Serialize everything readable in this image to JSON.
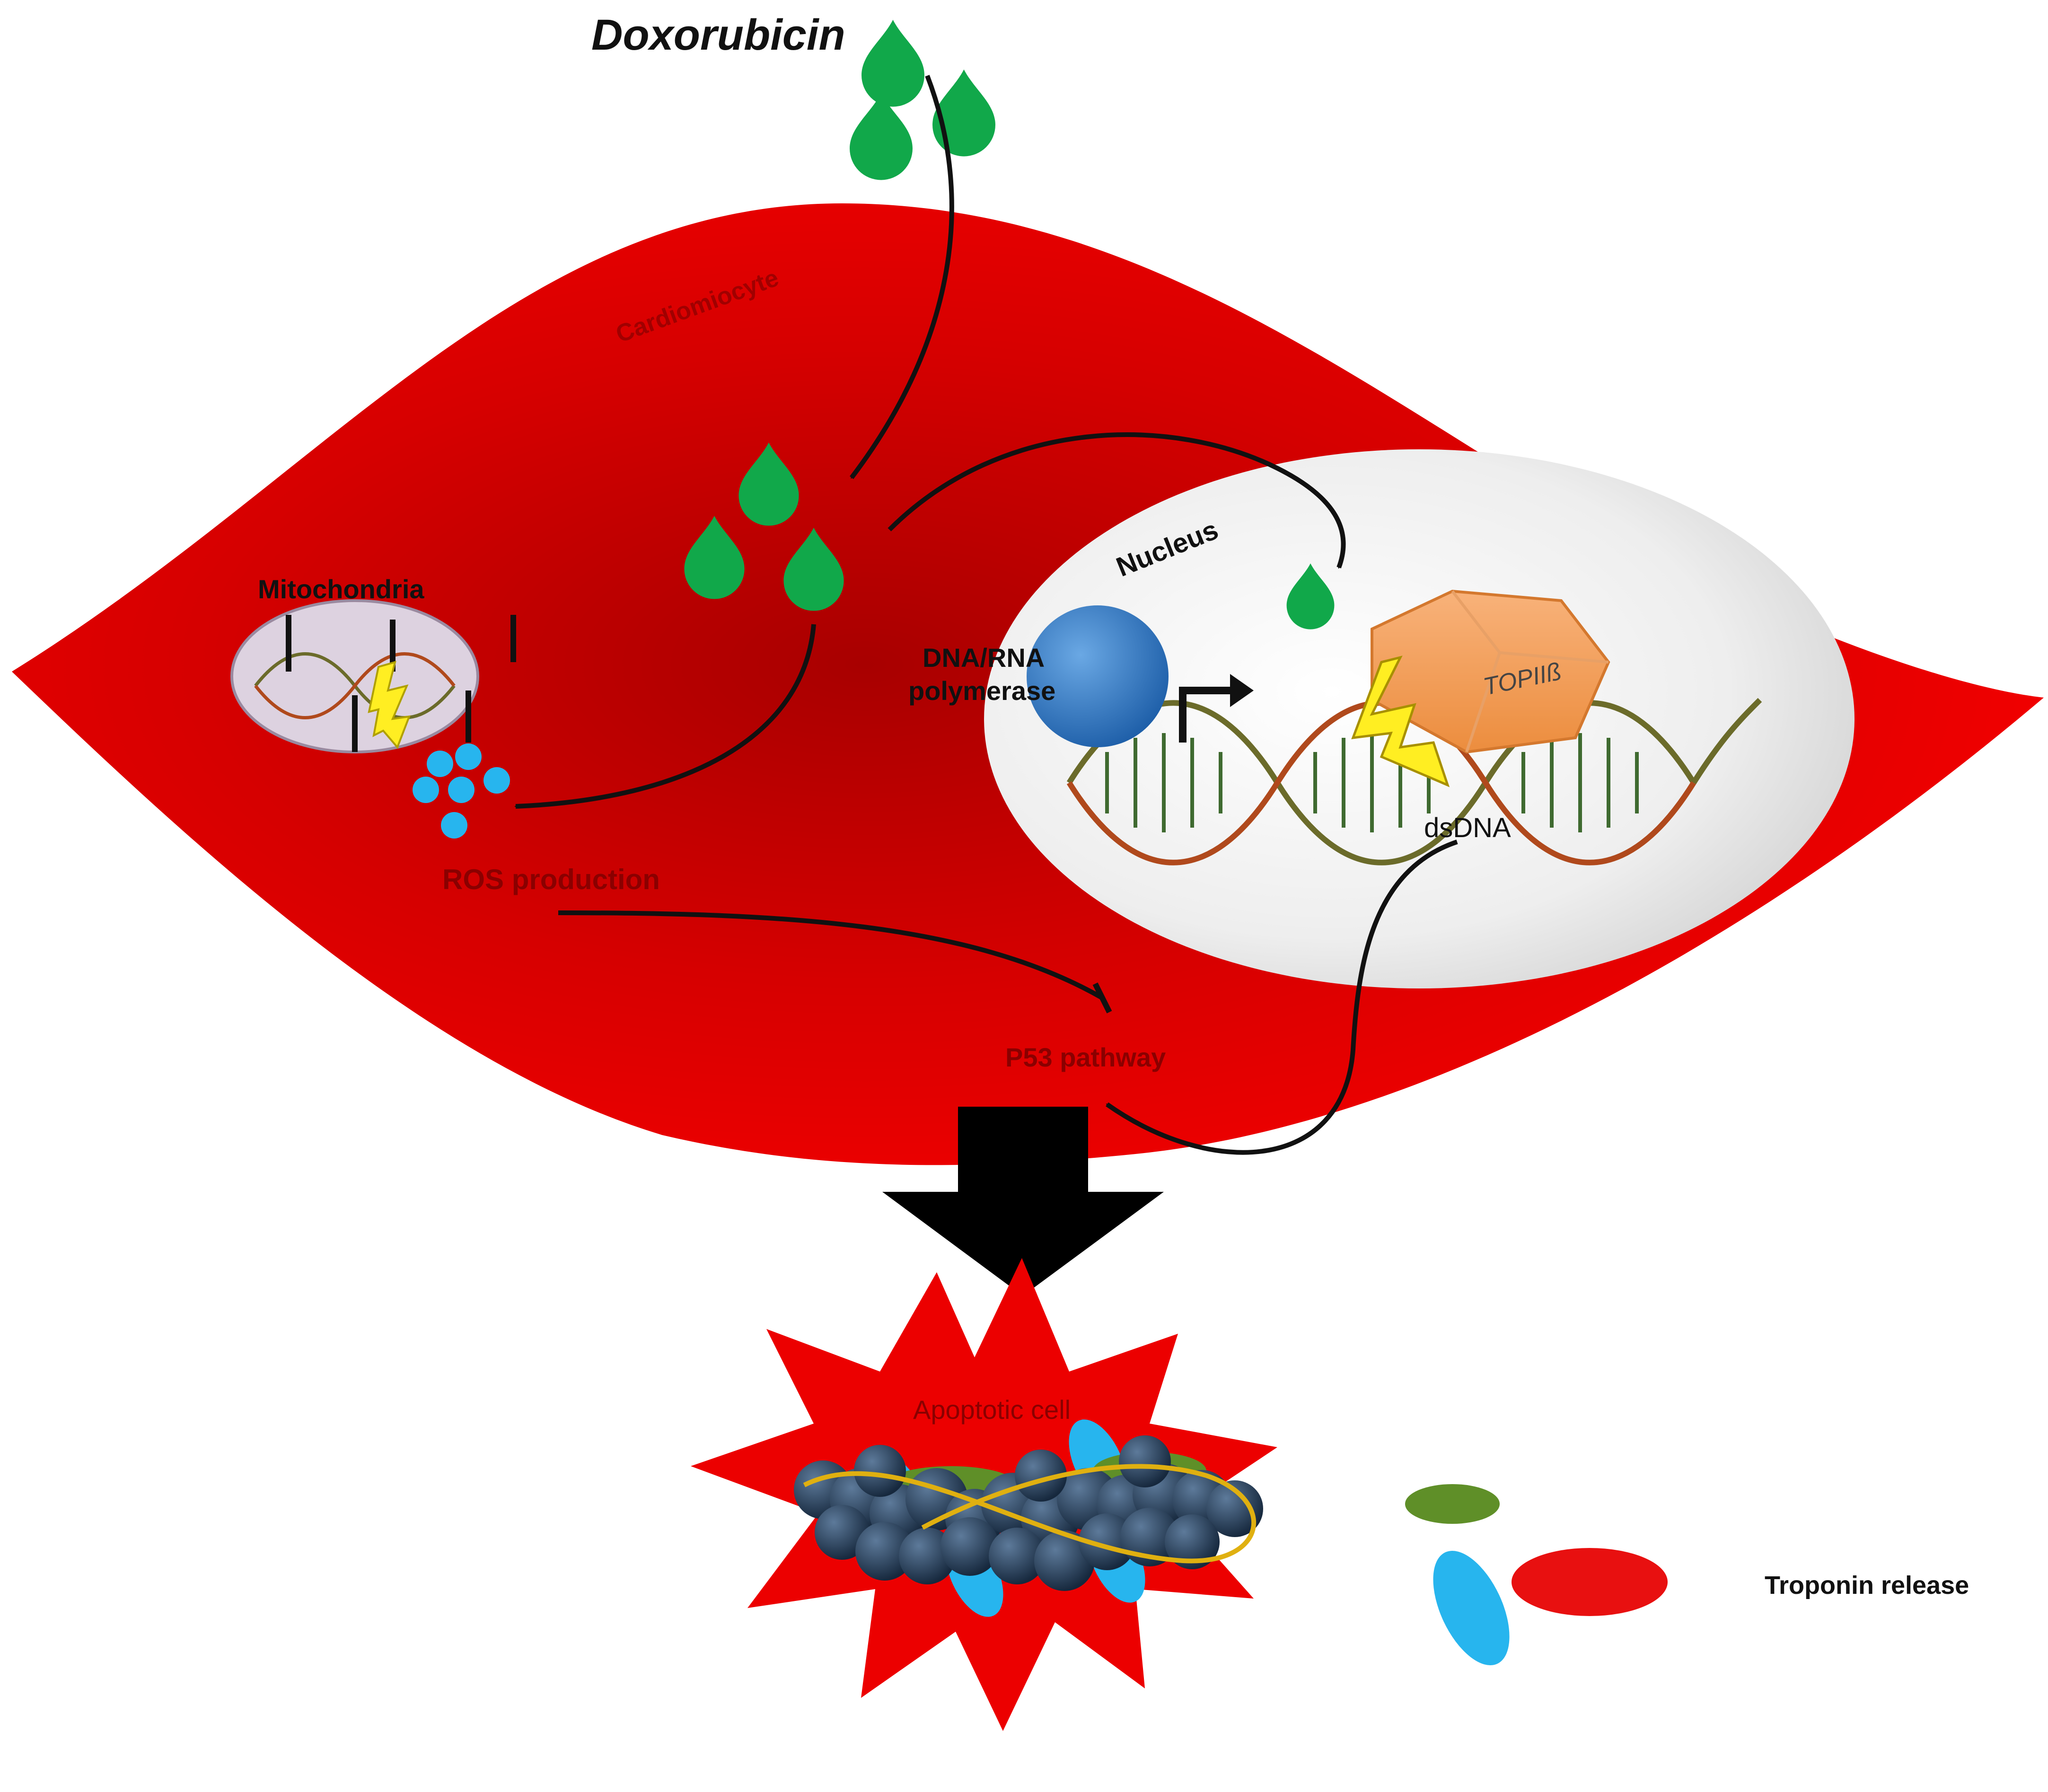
{
  "labels": {
    "drug": "Doxorubicin",
    "cell": "Cardiomiocyte",
    "mitochondria": "Mitochondria",
    "nucleus": "Nucleus",
    "polymerase_line1": "DNA/RNA",
    "polymerase_line2": "polymerase",
    "enzyme": "TOPIIß",
    "dsdna": "dsDNA",
    "ros": "ROS production",
    "p53": "P53 pathway",
    "apoptotic": "Apoptotic cell",
    "troponin": "Troponin release"
  },
  "colors": {
    "cell": "#ec0000",
    "cell_core": "#b00000",
    "drug": "#11a84a",
    "ros": "#27b5ee",
    "nucleus": "#eeeeee",
    "mitochondria": "#ddd2e0",
    "enzyme": "#f5a05c",
    "polymerase": "#2f76c0",
    "bolt": "#ffee22",
    "troponin_green": "#5f8f28",
    "troponin_blue": "#27b5ee",
    "troponin_red": "#e81010",
    "chromatin": "#1f3550"
  },
  "icons": {
    "drug": "droplet-icon",
    "damage": "lightning-bolt-icon",
    "ros": "ros-particle-icon",
    "flow": "block-arrow-down-icon"
  }
}
